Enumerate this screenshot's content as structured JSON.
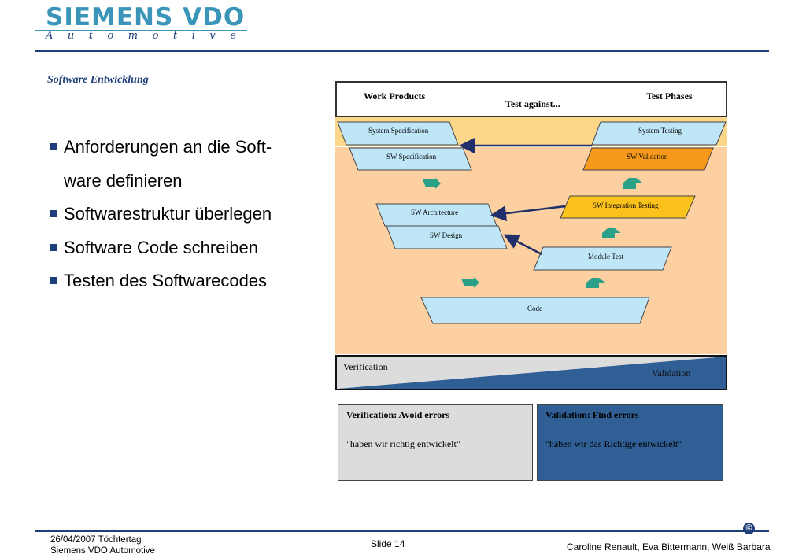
{
  "logo": {
    "main": "SIEMENS VDO",
    "sub": "Automotive"
  },
  "section_title": "Software Entwicklung",
  "bullets": [
    "Anforderungen an die Soft-",
    "ware definieren",
    "Softwarestruktur überlegen",
    "Software Code schreiben",
    "Testen des Softwarecodes"
  ],
  "diagram": {
    "header": {
      "left": "Work Products",
      "center": "Test against...",
      "right": "Test Phases"
    },
    "work_products": {
      "system_spec": "System Specification",
      "sw_spec": "SW Specification",
      "sw_arch": "SW Architecture",
      "sw_design": "SW Design",
      "code": "Code"
    },
    "test_phases": {
      "system_testing": "System Testing",
      "sw_validation": "SW Validation",
      "sw_integration": "SW Integration Testing",
      "module_test": "Module Test"
    },
    "verification": "Verification",
    "validation": "Validation",
    "colors": {
      "light_blue": "#bfe6f7",
      "orange": "#f79a1c",
      "yellow": "#fcc21c",
      "navy": "#2f5f95",
      "green_arrow": "#2aa087",
      "arrow_line": "#1f2f6a"
    }
  },
  "info": {
    "verification": {
      "title": "Verification: Avoid errors",
      "quote": "\"haben wir richtig entwickelt\""
    },
    "validation": {
      "title": "Validation: Find errors",
      "quote": "\"haben wir das Richtige entwickelt\""
    }
  },
  "footer": {
    "date": "26/04/2007  Töchtertag",
    "company": "Siemens VDO Automotive",
    "slide": "Slide 14",
    "authors": "Caroline Renault, Eva Bittermann, Weiß Barbara",
    "copyright_symbol": "©"
  }
}
